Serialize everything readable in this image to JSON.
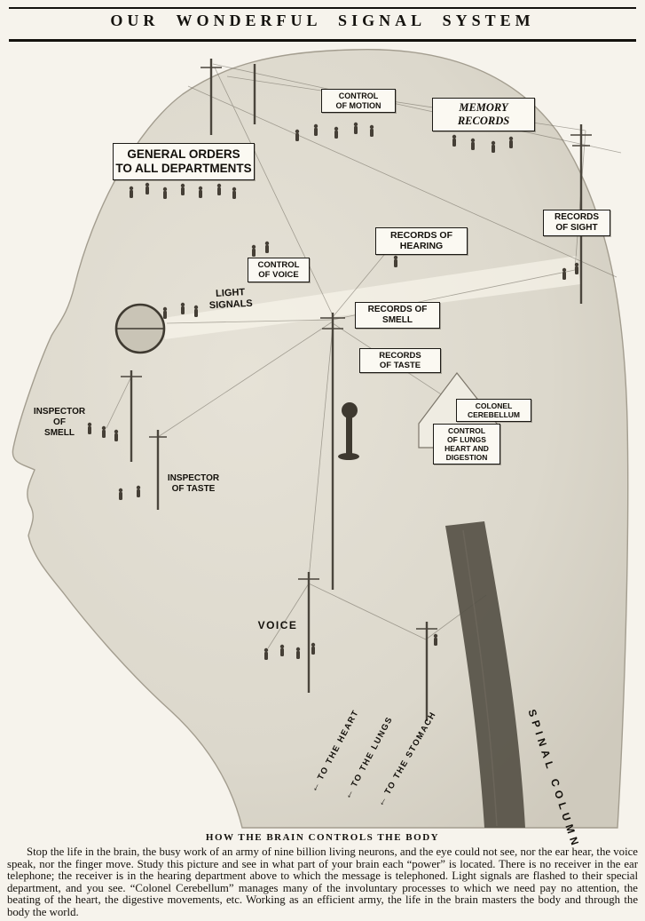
{
  "header": {
    "title": "OUR  WONDERFUL  SIGNAL  SYSTEM"
  },
  "diagram": {
    "labels": {
      "control_of_motion": "CONTROL\nOF MOTION",
      "memory_records": "MEMORY RECORDS",
      "general_orders": "GENERAL ORDERS\nTO ALL DEPARTMENTS",
      "records_of_sight": "RECORDS\nOF SIGHT",
      "records_of_hearing": "RECORDS OF\nHEARING",
      "control_of_voice": "CONTROL\nOF VOICE",
      "light_signals": "LIGHT\nSIGNALS",
      "records_of_smell": "RECORDS OF\nSMELL",
      "records_of_taste": "RECORDS\nOF TASTE",
      "inspector_of_smell": "INSPECTOR\nOF\nSMELL",
      "inspector_of_taste": "INSPECTOR\nOF TASTE",
      "colonel_cerebellum": "COLONEL\nCEREBELLUM",
      "control_of_lungs": "CONTROL\nOF LUNGS\nHEART AND\nDIGESTION",
      "voice": "VOICE",
      "to_the_heart": "TO THE HEART",
      "to_the_lungs": "TO THE LUNGS",
      "to_the_stomach": "TO THE STOMACH",
      "spinal_column": "SPINAL COLUMN"
    },
    "icons": {
      "arrow": "←"
    },
    "colors": {
      "paper": "#f6f3ec",
      "head_fill": "#dcd8cc",
      "ink": "#14120e"
    }
  },
  "footer": {
    "caption_title": "HOW  THE  BRAIN  CONTROLS  THE  BODY",
    "caption_text": "Stop the life in the brain, the busy work of an army of nine billion living neurons, and the eye could not see, nor the ear hear, the voice speak, nor the finger move.  Study this picture and see in what part of your brain each “power” is located.  There is no receiver in the ear telephone; the receiver is in the hearing department above to which the message is telephoned.  Light signals are flashed to their special department, and you see.  “Colonel Cerebellum” manages many of the involuntary processes to which we need pay no attention, the beating of the heart, the digestive movements, etc.  Working as an efficient army, the life in the brain masters the body and through the body the world."
  }
}
